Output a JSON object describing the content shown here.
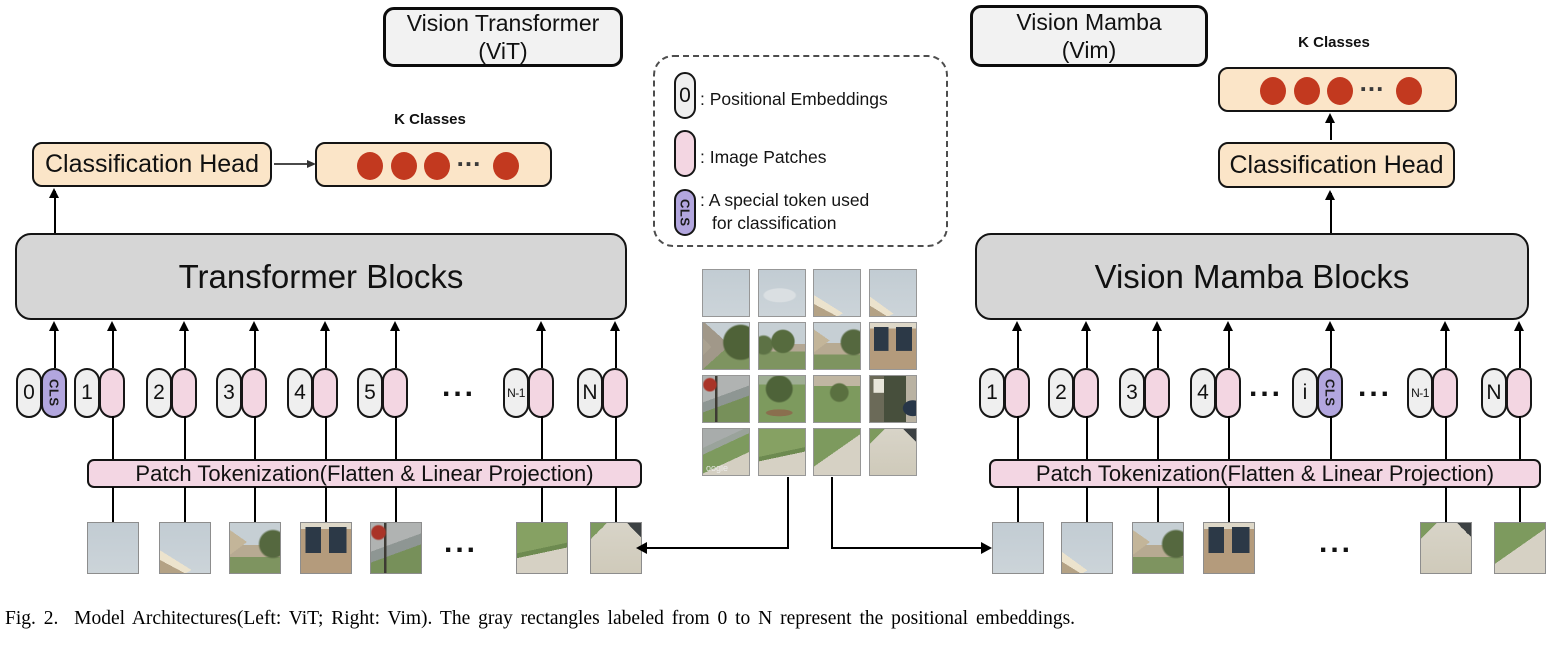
{
  "ellipsis": "...",
  "caption": "Fig. 2.  Model Architectures(Left: ViT; Right: Vim). The gray rectangles labeled from 0 to N represent the positional embeddings.",
  "vit": {
    "title": "Vision Transformer",
    "title2": "(ViT)",
    "k_classes": "K Classes",
    "classification_head": "Classification Head",
    "blocks": "Transformer Blocks",
    "patch_tokenization": "Patch Tokenization(Flatten & Linear Projection)",
    "tokens": [
      {
        "num": "0",
        "token": "CLS",
        "type": "cls"
      },
      {
        "num": "1",
        "type": "patch"
      },
      {
        "num": "2",
        "type": "patch"
      },
      {
        "num": "3",
        "type": "patch"
      },
      {
        "num": "4",
        "type": "patch"
      },
      {
        "num": "5",
        "type": "patch"
      },
      {
        "type": "ellipsis"
      },
      {
        "num": "N-1",
        "type": "patch"
      },
      {
        "num": "N",
        "type": "patch"
      }
    ],
    "patches": [
      "sky",
      "roof-peak",
      "house-trees",
      "brick-windows",
      "street-stop-sign",
      "grass-sidewalk",
      "sidewalk-corner"
    ]
  },
  "vim": {
    "title": "Vision Mamba",
    "title2": "(Vim)",
    "k_classes": "K Classes",
    "classification_head": "Classification Head",
    "blocks": "Vision Mamba Blocks",
    "patch_tokenization": "Patch Tokenization(Flatten & Linear Projection)",
    "tokens": [
      {
        "num": "1",
        "type": "patch"
      },
      {
        "num": "2",
        "type": "patch"
      },
      {
        "num": "3",
        "type": "patch"
      },
      {
        "num": "4",
        "type": "patch"
      },
      {
        "type": "ellipsis"
      },
      {
        "num": "i",
        "token": "CLS",
        "type": "cls"
      },
      {
        "type": "ellipsis"
      },
      {
        "num": "N-1",
        "type": "patch"
      },
      {
        "num": "N",
        "type": "patch"
      }
    ],
    "patches": [
      "sky",
      "roof-peak-2",
      "house-trees",
      "brick-windows",
      "sidewalk-corner",
      "grass-sidewalk-2"
    ]
  },
  "legend": {
    "items": [
      {
        "pill": "0",
        "pill_type": "pos",
        "label": ": Positional Embeddings"
      },
      {
        "pill": "",
        "pill_type": "patch",
        "label": ": Image Patches"
      },
      {
        "pill": "CLS",
        "pill_type": "cls",
        "label": ": A special token used",
        "label2": "for classification"
      }
    ]
  },
  "center_image": {
    "rows": 4,
    "cols": 4,
    "watermark": "oogle",
    "cells": [
      "sky",
      "sky-clouds",
      "roof-peak",
      "roof-peak-2",
      "house-gables-tree",
      "tree-houses",
      "house-trees",
      "brick-windows",
      "street-stop-sign",
      "lawn-trees",
      "lawn-bushes",
      "house-car",
      "street-grass-walk",
      "grass-sidewalk",
      "grass-sidewalk-2",
      "sidewalk-corner"
    ]
  },
  "colors": {
    "block_gray": "#d6d6d6",
    "title_gray": "#f2f2f2",
    "box_orange": "#fbe5c8",
    "pill_gray": "#efefef",
    "pill_pink": "#f3d6e2",
    "tokenization_pink": "#f3d6e3",
    "cls_purple": "#b2a6de",
    "dot_red": "#c2391f"
  }
}
